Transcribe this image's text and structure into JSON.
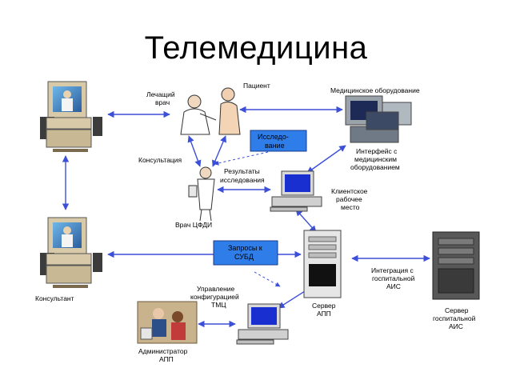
{
  "title": "Телемедицина",
  "labels": {
    "treating_doctor": [
      "Лечащий",
      "врач"
    ],
    "patient": "Пациент",
    "medical_equipment": "Медицинское оборудование",
    "research": [
      "Исследо-",
      "вание"
    ],
    "consultation": "Консультация",
    "results": [
      "Результаты",
      "исследования"
    ],
    "equipment_interface": [
      "Интерфейс с",
      "медицинским",
      "оборудованием"
    ],
    "client_workstation": [
      "Клиентское",
      "рабочее",
      "место"
    ],
    "cfdi_doctor": "Врач ЦФДИ",
    "dbms_queries": [
      "Запросы к",
      "СУБД"
    ],
    "integration": [
      "Интеграция с",
      "госпитальной",
      "АИС"
    ],
    "consultant": "Консультант",
    "config_management": [
      "Управление",
      "конфигурацией",
      "ТМЦ"
    ],
    "app_server": [
      "Сервер",
      "АПП"
    ],
    "hospital_server": [
      "Сервер",
      "госпитальной",
      "АИС"
    ],
    "app_admin": [
      "Администратор",
      "АПП"
    ]
  },
  "colors": {
    "arrow": "#3c4fd8",
    "box_fill": "#2f7de8",
    "monitor_blue": "#1a2fd0",
    "computer_beige": "#d8c9a8"
  }
}
